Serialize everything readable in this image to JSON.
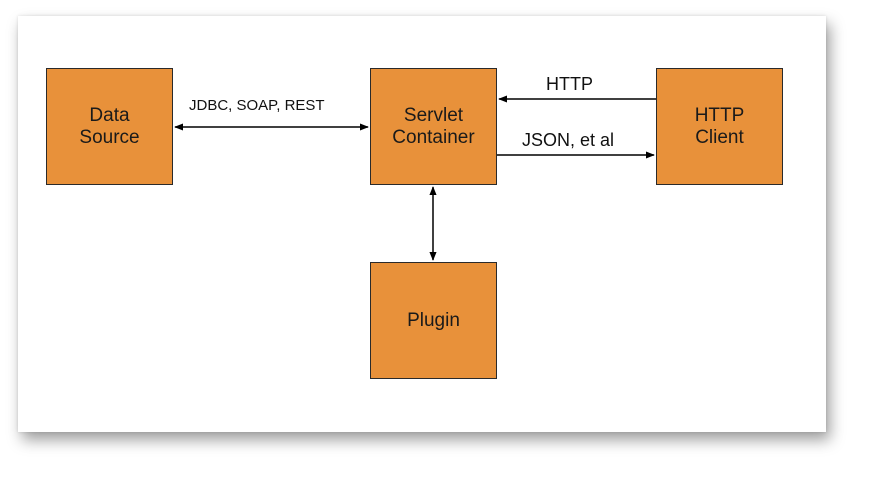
{
  "boxes": {
    "data_source": "Data\nSource",
    "servlet_container": "Servlet\nContainer",
    "http_client": "HTTP\nClient",
    "plugin": "Plugin"
  },
  "edges": {
    "data_source_servlet": "JDBC, SOAP, REST",
    "client_to_servlet": "HTTP",
    "servlet_to_client": "JSON, et al"
  },
  "colors": {
    "box_fill": "#e8913a",
    "box_border": "#2a2a2a",
    "arrow": "#000000"
  }
}
